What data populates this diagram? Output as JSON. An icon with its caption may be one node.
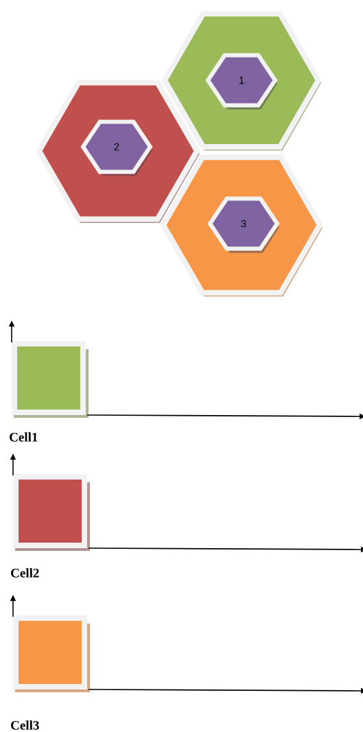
{
  "diagram": {
    "nodes": [
      {
        "text": [],
        "shape": "hexagon"
      },
      {
        "text": [
          "1"
        ],
        "in": 0
      },
      {
        "text": [],
        "shape": "hexagon"
      },
      {
        "text": [
          "2"
        ],
        "in": 2
      },
      {
        "text": [],
        "shape": "hexagon"
      },
      {
        "text": [
          "3"
        ],
        "in": 4
      },
      {
        "text": [
          "Cell1"
        ]
      },
      {
        "text": [
          "Cell2"
        ]
      },
      {
        "text": [
          "Cell3"
        ]
      }
    ],
    "edges": [
      {
        "from": 6,
        "to": null,
        "arrow": "to"
      },
      {
        "from": 6,
        "to": null,
        "arrow": "to"
      },
      {
        "from": 7,
        "to": null,
        "arrow": "to"
      },
      {
        "from": 7,
        "to": null,
        "arrow": "to"
      },
      {
        "from": 8,
        "to": null,
        "arrow": "to"
      },
      {
        "from": 8,
        "to": null,
        "arrow": "to"
      }
    ]
  }
}
